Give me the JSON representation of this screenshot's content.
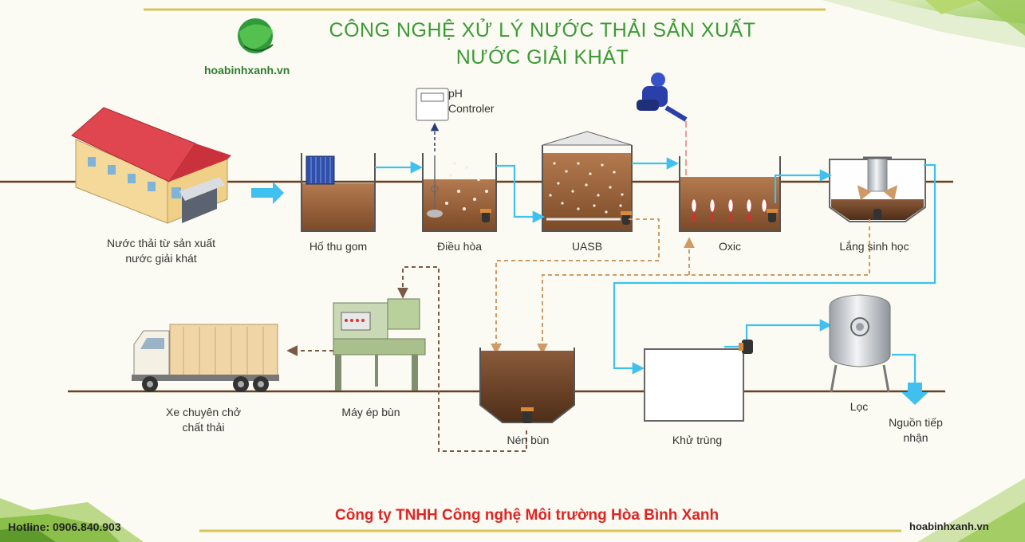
{
  "title_line1": "CÔNG NGHỆ XỬ LÝ NƯỚC THẢI SẢN XUẤT",
  "title_line2": "NƯỚC GIẢI KHÁT",
  "logo_text": "hoabinhxanh.vn",
  "ph_controller": {
    "line1": "pH",
    "line2": "Controler"
  },
  "stages": {
    "source": {
      "line1": "Nước thải từ sản xuất",
      "line2": "nước giải khát"
    },
    "collection": "Hố thu gom",
    "equalization": "Điều hòa",
    "uasb": "UASB",
    "oxic": "Oxic",
    "settling": "Lắng sinh học",
    "sludge_thickener": "Nén bùn",
    "sludge_press": "Máy ép bùn",
    "truck": {
      "line1": "Xe chuyên chở",
      "line2": "chất thải"
    },
    "disinfection": "Khử trùng",
    "filter": "Lọc",
    "receiving": {
      "line1": "Nguồn tiếp",
      "line2": "nhận"
    }
  },
  "company": "Công ty TNHH Công nghệ Môi trường Hòa Bình Xanh",
  "hotline": "Hotline: 0906.840.903",
  "website": "hoabinhxanh.vn",
  "colors": {
    "title": "#3d9a35",
    "water_line": "#3fc0ee",
    "sludge_line": "#c98a50",
    "ground": "#6b3e22",
    "company": "#e02424"
  },
  "icons": [
    "factory-icon",
    "truck-icon",
    "sludge-press-icon",
    "blower-icon",
    "ph-controller-icon",
    "pressure-filter-icon",
    "logo-icon"
  ]
}
